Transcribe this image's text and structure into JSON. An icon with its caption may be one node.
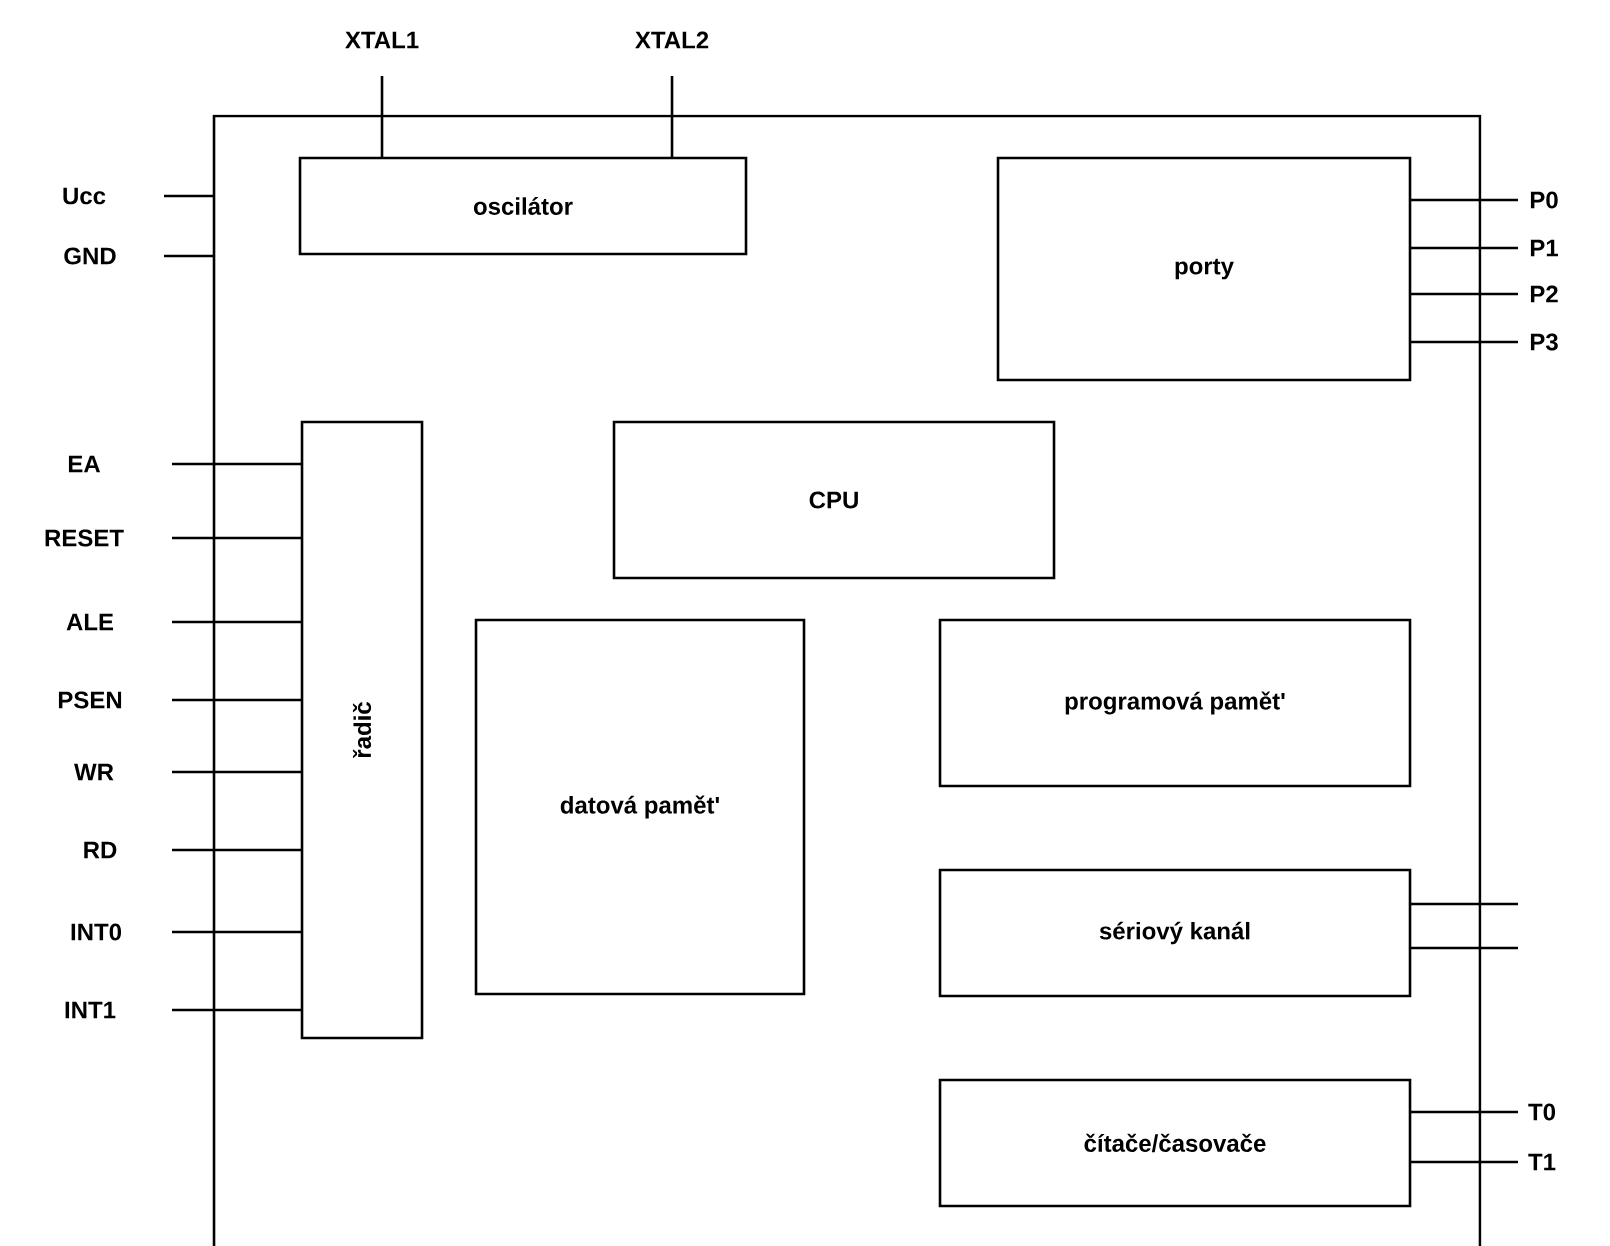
{
  "diagram": {
    "nodes": [
      {
        "text": [],
        "shape": "box"
      },
      {
        "text": [
          "XTAL1"
        ]
      },
      {
        "text": [
          "XTAL2"
        ]
      },
      {
        "text": [
          "Ucc"
        ]
      },
      {
        "text": [
          "GND"
        ]
      },
      {
        "text": [
          "oscilátor"
        ],
        "in": 0
      },
      {
        "text": [
          "porty"
        ],
        "in": 0
      },
      {
        "text": [
          "P0"
        ]
      },
      {
        "text": [
          "P1"
        ]
      },
      {
        "text": [
          "P2"
        ]
      },
      {
        "text": [
          "P3"
        ]
      },
      {
        "text": [
          "EA"
        ]
      },
      {
        "text": [
          "RESET"
        ]
      },
      {
        "text": [
          "CPU"
        ],
        "in": 0
      },
      {
        "text": [
          "řadič"
        ],
        "in": 0
      },
      {
        "text": [
          "ALE"
        ]
      },
      {
        "text": [
          "PSEN"
        ]
      },
      {
        "text": [
          "WR"
        ]
      },
      {
        "text": [
          "RD"
        ]
      },
      {
        "text": [
          "INT0"
        ]
      },
      {
        "text": [
          "INT1"
        ]
      },
      {
        "text": [
          "datová pamět'"
        ],
        "in": 0
      },
      {
        "text": [
          "programová pamět'"
        ],
        "in": 0
      },
      {
        "text": [
          "sériový kanál"
        ],
        "in": 0
      },
      {
        "text": [
          "čítače/časovače"
        ],
        "in": 0
      },
      {
        "text": [
          "T0"
        ]
      },
      {
        "text": [
          "T1"
        ]
      }
    ],
    "edges": [
      {
        "from": 1,
        "to": 5,
        "arrow": "none"
      },
      {
        "from": 2,
        "to": 5,
        "arrow": "none"
      },
      {
        "from": 3,
        "to": 0,
        "arrow": "none"
      },
      {
        "from": 4,
        "to": 0,
        "arrow": "none"
      },
      {
        "from": 7,
        "to": 6,
        "arrow": "none"
      },
      {
        "from": 8,
        "to": 6,
        "arrow": "none"
      },
      {
        "from": 9,
        "to": 6,
        "arrow": "none"
      },
      {
        "from": 10,
        "to": 6,
        "arrow": "none"
      },
      {
        "from": 11,
        "to": 14,
        "arrow": "none"
      },
      {
        "from": 12,
        "to": 14,
        "arrow": "none"
      },
      {
        "from": 15,
        "to": 14,
        "arrow": "none"
      },
      {
        "from": 16,
        "to": 14,
        "arrow": "none"
      },
      {
        "from": 17,
        "to": 14,
        "arrow": "none"
      },
      {
        "from": 18,
        "to": 14,
        "arrow": "none"
      },
      {
        "from": 19,
        "to": 14,
        "arrow": "none"
      },
      {
        "from": 20,
        "to": 14,
        "arrow": "none"
      },
      {
        "from": 23,
        "to": null,
        "arrow": "none"
      },
      {
        "from": 23,
        "to": null,
        "arrow": "none"
      },
      {
        "from": 25,
        "to": 24,
        "arrow": "none"
      },
      {
        "from": 26,
        "to": 24,
        "arrow": "none"
      }
    ]
  }
}
